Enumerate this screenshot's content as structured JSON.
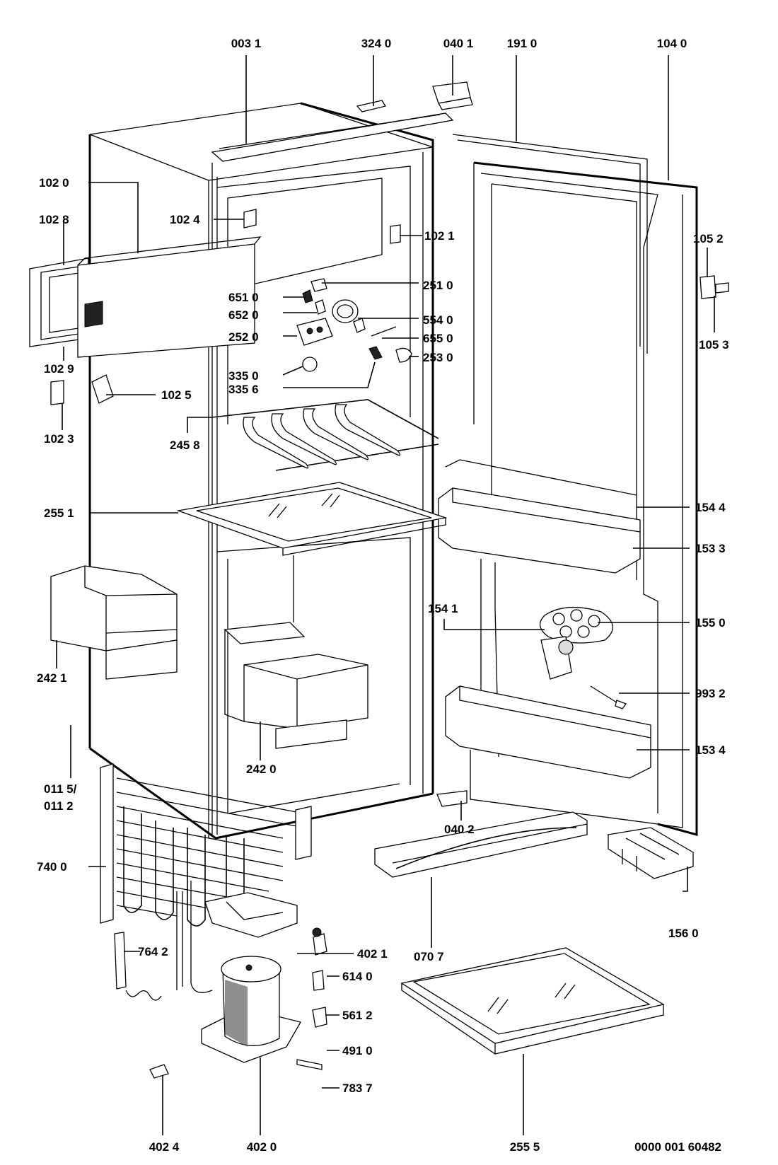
{
  "drawing_number": "0000 001 60482",
  "callouts": {
    "p0031": "003 1",
    "p3240": "324 0",
    "p0401": "040 1",
    "p1910": "191 0",
    "p1040": "104 0",
    "p1020": "102 0",
    "p1028": "102 8",
    "p1024": "102 4",
    "p1021": "102 1",
    "p1052": "105 2",
    "p1053": "105 3",
    "p2510": "251 0",
    "p6510": "651 0",
    "p6520": "652 0",
    "p5540": "554 0",
    "p2520": "252 0",
    "p6550": "655 0",
    "p2530": "253 0",
    "p3350": "335 0",
    "p3356": "335 6",
    "p1029": "102 9",
    "p1025": "102 5",
    "p1023": "102 3",
    "p2458": "245 8",
    "p2551": "255 1",
    "p1544": "154 4",
    "p1533": "153 3",
    "p1541": "154 1",
    "p1550": "155 0",
    "p2421": "242 1",
    "p9932": "993 2",
    "p1534": "153 4",
    "p2420": "242 0",
    "p0115": "011 5/",
    "p0112": "011 2",
    "p0402": "040 2",
    "p7400": "740 0",
    "p1560": "156 0",
    "p7642": "764 2",
    "p4021": "402 1",
    "p0707": "070 7",
    "p6140": "614 0",
    "p5612": "561 2",
    "p4910": "491 0",
    "p7837": "783 7",
    "p4024": "402 4",
    "p4020": "402 0",
    "p2555": "255 5"
  }
}
